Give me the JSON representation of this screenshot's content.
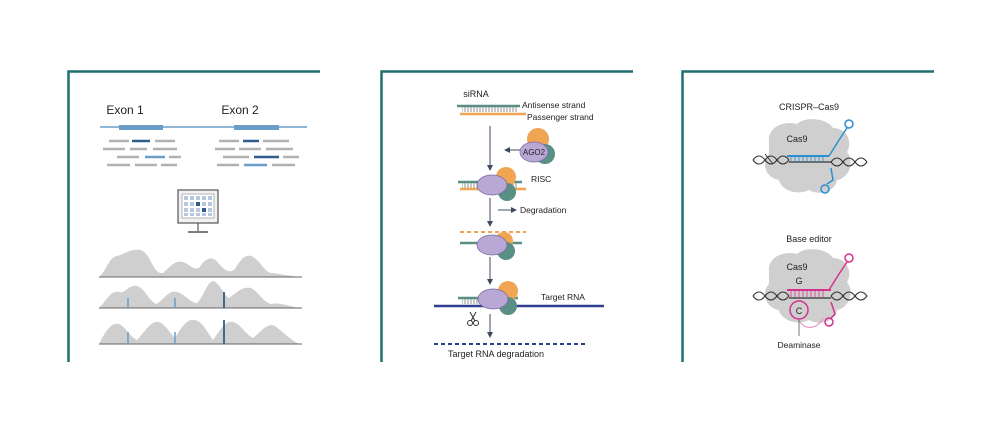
{
  "panel_rnaseq": {
    "exon1_label": "Exon 1",
    "exon2_label": "Exon 2",
    "icon": "computer-monitor-icon"
  },
  "panel_sirna": {
    "sirna_label": "siRNA",
    "antisense_label": "Antisense strand",
    "passenger_label": "Passenger strand",
    "ago2_label": "AGO2",
    "risc_label": "RISC",
    "degradation_label": "Degradation",
    "target_rna_label": "Target RNA",
    "target_degradation_label": "Target RNA degradation",
    "icon": "scissors-icon"
  },
  "panel_crispr": {
    "title": "CRISPR–Cas9",
    "cas9_label": "Cas9",
    "base_editor_title": "Base editor",
    "be_cas9_label": "Cas9",
    "g_label": "G",
    "c_label": "C",
    "deaminase_label": "Deaminase"
  },
  "colors": {
    "frame": "#1f6f6e",
    "exon_blue": "#6b9dc8",
    "dark_blue": "#2f5d8c",
    "read_gray": "#b0b0b0",
    "orange": "#f0a552",
    "teal": "#5a8f86",
    "purple": "#b9a7d6",
    "magenta": "#d6328f",
    "cyan_blue": "#2a8fd0",
    "blob_gray": "#cfcfcf"
  }
}
